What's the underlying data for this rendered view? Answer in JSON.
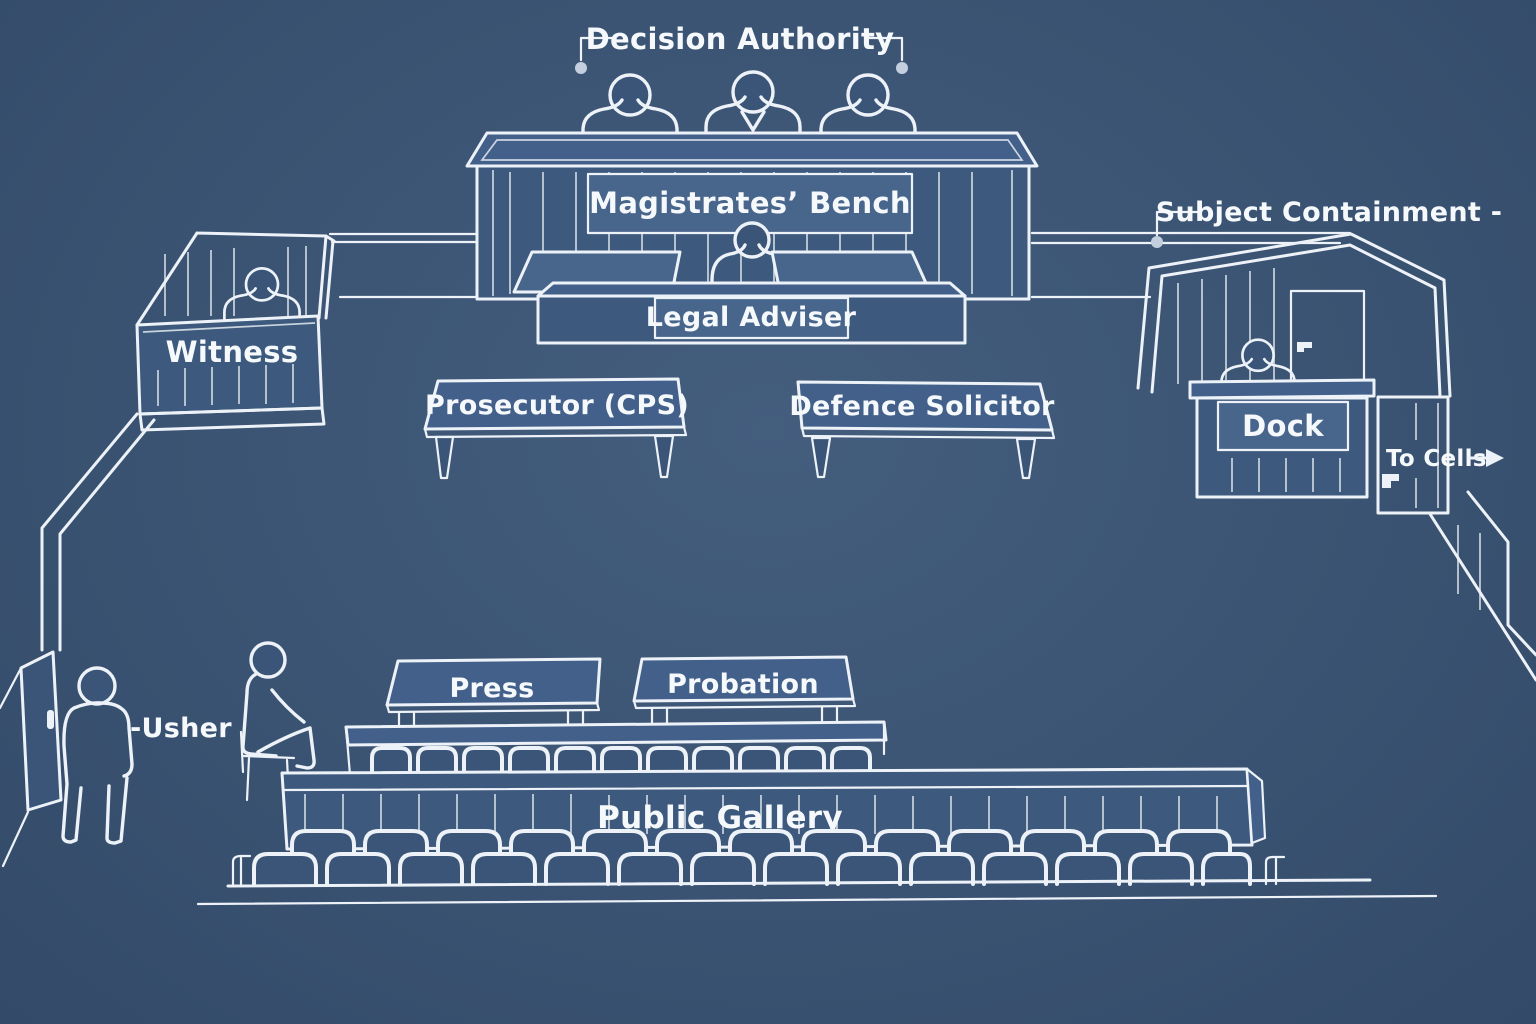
{
  "colors": {
    "background": "#3a5577",
    "line": "#edf2f8",
    "text": "#f6f9fc",
    "panel": "#42608a",
    "panel_light": "#48658c",
    "panel_dark": "#3d597d",
    "dot": "#c3cfdf"
  },
  "callouts": {
    "decision_authority": "Decision Authority",
    "subject_containment": "Subject Containment -"
  },
  "areas": {
    "magistrates_bench": "Magistrates’ Bench",
    "legal_adviser": "Legal Adviser",
    "witness": "Witness",
    "prosecutor": "Prosecutor (CPS)",
    "defence_solicitor": "Defence Solicitor",
    "dock": "Dock",
    "press": "Press",
    "probation": "Probation",
    "public_gallery": "Public Gallery"
  },
  "annotations": {
    "to_cells": "To Cells",
    "usher": "-Usher"
  }
}
